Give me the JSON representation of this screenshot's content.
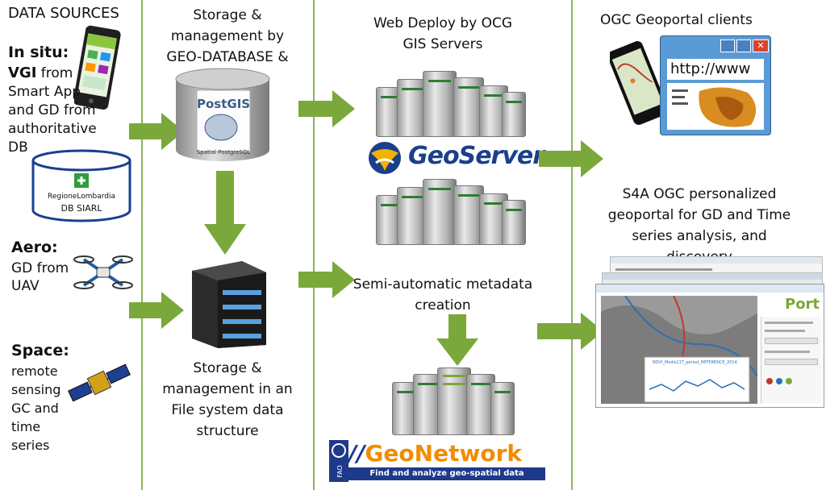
{
  "data_sources": {
    "title": "DATA SOURCES",
    "in_situ_heading": "In situ:",
    "vgi_bold": "VGI",
    "vgi_rest": " from",
    "vgi_lines": [
      "Smart App",
      "and GD from",
      "authoritative",
      "DB"
    ],
    "db_label_1": "RegioneLombardia",
    "db_label_2": "DB SIARL",
    "aero_heading": "Aero:",
    "aero_lines": [
      "GD from",
      "UAV"
    ],
    "space_heading": "Space:",
    "space_lines": [
      "remote",
      "sensing",
      "GC and",
      "time",
      "series"
    ]
  },
  "storage": {
    "db_title_lines": [
      "Storage &",
      "management by",
      "GEO-DATABASE &",
      "Back-end"
    ],
    "postgis_logo": "PostGIS",
    "postgis_sub": "Spatial PostgreSQL",
    "fs_title_lines": [
      "Storage &",
      "management in an",
      "File system data",
      "structure"
    ]
  },
  "web": {
    "deploy_lines": [
      "Web Deploy by OCG",
      "GIS Servers"
    ],
    "geoserver_logo": "GeoServer",
    "metadata_lines": [
      "Semi-automatic metadata",
      "creation"
    ],
    "geonetwork_prefix": "//",
    "geonetwork_logo": "GeoNetwork",
    "geonetwork_tagline": "Find and analyze geo-spatial data"
  },
  "clients": {
    "title": "OGC Geoportal clients",
    "browser_url": "http://www",
    "s4a_lines": [
      "S4A OGC personalized",
      "geoportal for GD and Time",
      "series analysis, and",
      "discovery"
    ],
    "portal_logo": "Port",
    "chart_title": "NDVI_Modis11T_period_REFERENCE_2014"
  },
  "colors": {
    "arrow": "#7aa83a",
    "divider": "#8db35a",
    "geoserver_blue": "#1b3f8b",
    "geonetwork_orange": "#f28c00"
  }
}
